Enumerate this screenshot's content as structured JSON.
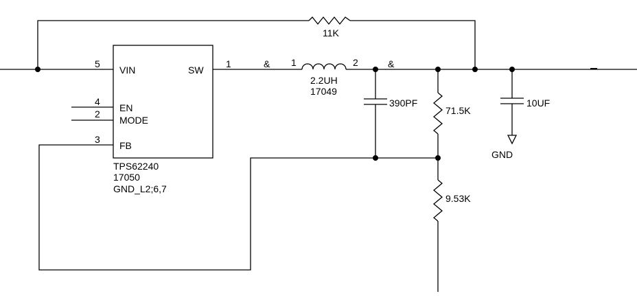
{
  "ic": {
    "part": "TPS62240",
    "ref": "17050",
    "gnd": "GND_L2;6,7",
    "pins": [
      {
        "num": "5",
        "name": "VIN"
      },
      {
        "num": "4",
        "name": "EN"
      },
      {
        "num": "2",
        "name": "MODE"
      },
      {
        "num": "3",
        "name": "FB"
      },
      {
        "num": "1",
        "name": "SW"
      }
    ]
  },
  "inductor": {
    "value": "2.2UH",
    "ref": "17049",
    "pin1": "1",
    "pin2": "2"
  },
  "amp_labels": [
    "&",
    "&"
  ],
  "feedback_resistor": {
    "value": "11K"
  },
  "cap_ff": {
    "value": "390PF"
  },
  "r_top": {
    "value": "71.5K"
  },
  "r_bottom": {
    "value": "9.53K"
  },
  "cap_out": {
    "value": "10UF"
  },
  "gnd": {
    "label": "GND"
  }
}
